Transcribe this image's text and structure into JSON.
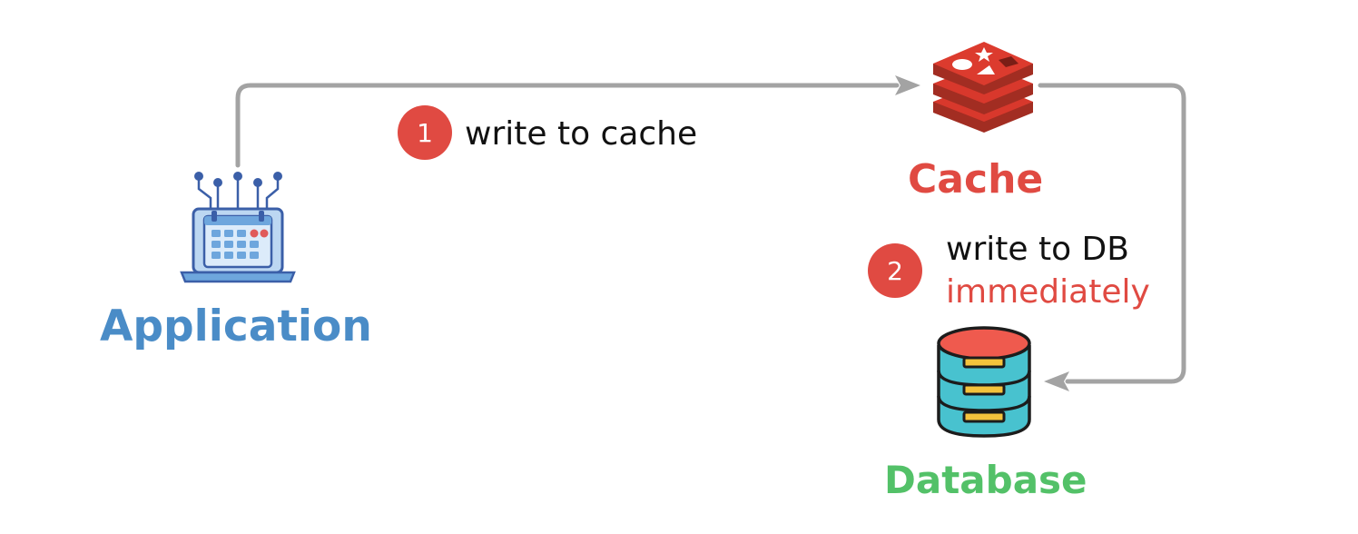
{
  "nodes": {
    "application": {
      "label": "Application",
      "icon": "application-laptop-icon",
      "color": "#4a8cc7"
    },
    "cache": {
      "label": "Cache",
      "icon": "redis-cache-icon",
      "color": "#e04a42"
    },
    "database": {
      "label": "Database",
      "icon": "database-icon",
      "color": "#53c168"
    }
  },
  "steps": [
    {
      "number": "1",
      "text": "write to cache"
    },
    {
      "number": "2",
      "text_line1": "write to DB",
      "text_line2": "immediately",
      "highlight_color": "#e04a42"
    }
  ],
  "colors": {
    "arrow": "#a3a3a3",
    "badge": "#e04a42"
  }
}
